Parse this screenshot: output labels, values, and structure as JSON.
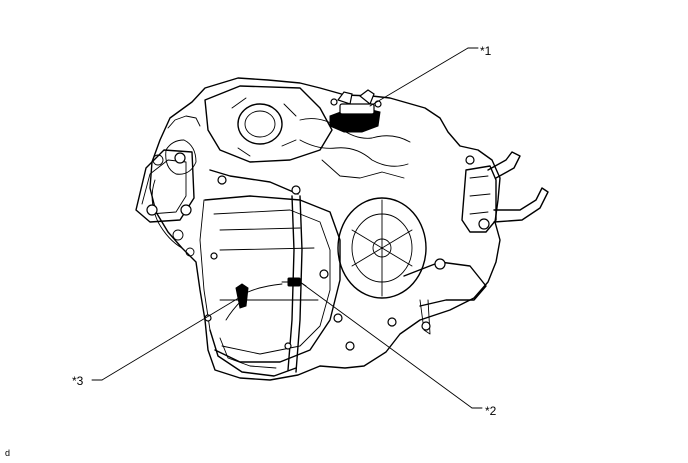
{
  "callouts": [
    {
      "id": "1",
      "label": "*1"
    },
    {
      "id": "2",
      "label": "*2"
    },
    {
      "id": "3",
      "label": "*3"
    }
  ],
  "figure_code": "d",
  "colors": {
    "line": "#000000",
    "background": "#ffffff"
  },
  "icons": {
    "assembly": "transaxle-assembly-drawing"
  }
}
